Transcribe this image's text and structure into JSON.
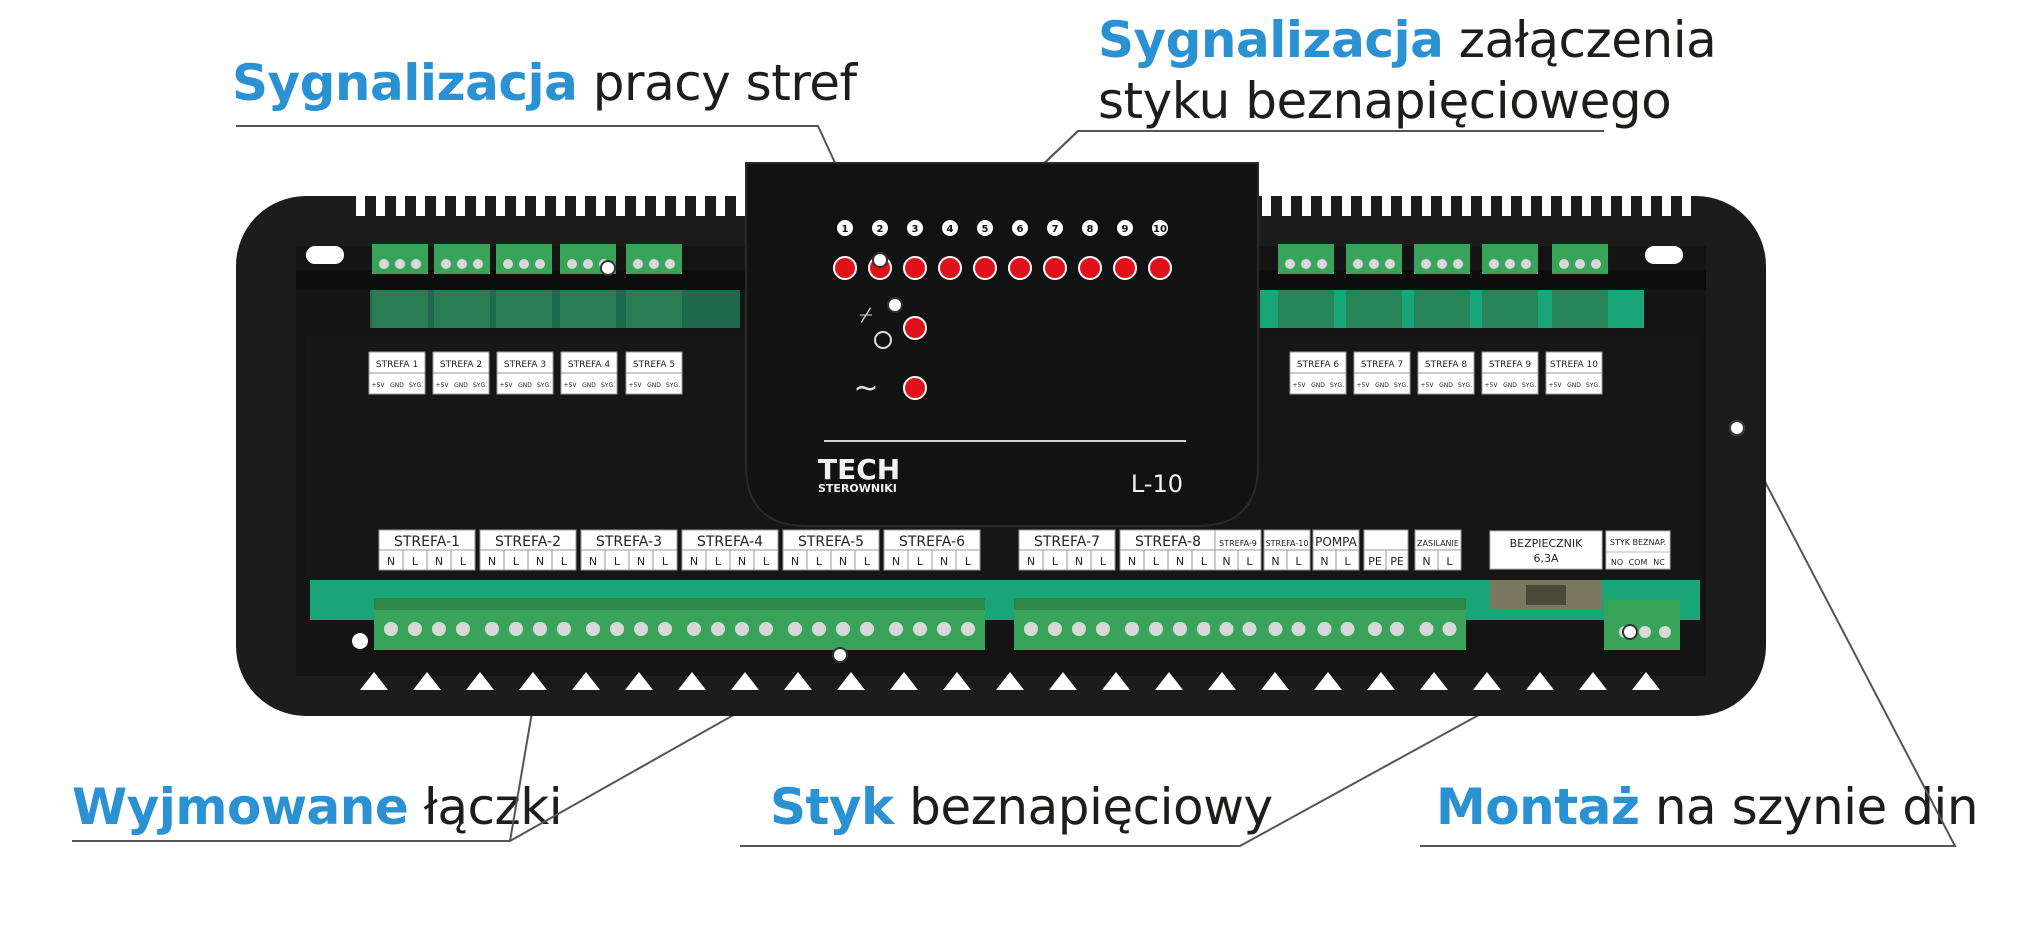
{
  "callouts": {
    "zone_signal": {
      "highlight": "Sygnalizacja",
      "rest": " pracy stref"
    },
    "contact_signal": {
      "highlight": "Sygnalizacja",
      "rest_line1": " załączenia",
      "line2": "styku beznapięciowego"
    },
    "removable": {
      "highlight": "Wyjmowane",
      "rest": " łączki"
    },
    "contact": {
      "highlight": "Styk",
      "rest": " beznapięciowy"
    },
    "mounting": {
      "highlight": "Montaż",
      "rest": " na szynie din"
    }
  },
  "brand": {
    "logo": "TECH",
    "sub": "STEROWNIKI",
    "model": "L-10"
  },
  "led_numbers": [
    "1",
    "2",
    "3",
    "4",
    "5",
    "6",
    "7",
    "8",
    "9",
    "10"
  ],
  "led_symbols": {
    "contact": "⌿",
    "power": "~"
  },
  "top_labels": [
    {
      "name": "STREFA 1",
      "pins": [
        "+5V",
        "GND",
        "SYG."
      ]
    },
    {
      "name": "STREFA 2",
      "pins": [
        "+5V",
        "GND",
        "SYG."
      ]
    },
    {
      "name": "STREFA 3",
      "pins": [
        "+5V",
        "GND",
        "SYG."
      ]
    },
    {
      "name": "STREFA 4",
      "pins": [
        "+5V",
        "GND",
        "SYG."
      ]
    },
    {
      "name": "STREFA 5",
      "pins": [
        "+5V",
        "GND",
        "SYG."
      ]
    },
    {
      "name": "STREFA 6",
      "pins": [
        "+5V",
        "GND",
        "SYG."
      ]
    },
    {
      "name": "STREFA 7",
      "pins": [
        "+5V",
        "GND",
        "SYG."
      ]
    },
    {
      "name": "STREFA 8",
      "pins": [
        "+5V",
        "GND",
        "SYG."
      ]
    },
    {
      "name": "STREFA 9",
      "pins": [
        "+5V",
        "GND",
        "SYG."
      ]
    },
    {
      "name": "STREFA 10",
      "pins": [
        "+5V",
        "GND",
        "SYG."
      ]
    }
  ],
  "bottom_labels": [
    {
      "name": "STREFA-1",
      "pins": [
        "N",
        "L",
        "N",
        "L"
      ]
    },
    {
      "name": "STREFA-2",
      "pins": [
        "N",
        "L",
        "N",
        "L"
      ]
    },
    {
      "name": "STREFA-3",
      "pins": [
        "N",
        "L",
        "N",
        "L"
      ]
    },
    {
      "name": "STREFA-4",
      "pins": [
        "N",
        "L",
        "N",
        "L"
      ]
    },
    {
      "name": "STREFA-5",
      "pins": [
        "N",
        "L",
        "N",
        "L"
      ]
    },
    {
      "name": "STREFA-6",
      "pins": [
        "N",
        "L",
        "N",
        "L"
      ]
    },
    {
      "name": "STREFA-7",
      "pins": [
        "N",
        "L",
        "N",
        "L"
      ]
    },
    {
      "name": "STREFA-8",
      "pins": [
        "N",
        "L",
        "N",
        "L"
      ]
    },
    {
      "name": "STREFA-9",
      "pins": [
        "N",
        "L"
      ]
    },
    {
      "name": "STREFA-10",
      "pins": [
        "N",
        "L"
      ]
    },
    {
      "name": "POMPA",
      "pins": [
        "N",
        "L"
      ]
    },
    {
      "name": "",
      "pins": [
        "PE",
        "PE"
      ]
    },
    {
      "name": "ZASILANIE",
      "pins": [
        "N",
        "L"
      ]
    }
  ],
  "fuse": {
    "label": "BEZPIECZNIK",
    "rating": "6,3A"
  },
  "contact_terminal": {
    "label": "STYK BEZNAP.",
    "pins": [
      "NO",
      "COM",
      "NC"
    ]
  },
  "colors": {
    "accent": "#2a91d3",
    "text": "#1d1d1b",
    "housing": "#1c1c1c",
    "panel": "#121212",
    "terminal_green": "#3aa35a",
    "pcb_green": "#18a679",
    "led_red": "#e1111b"
  }
}
